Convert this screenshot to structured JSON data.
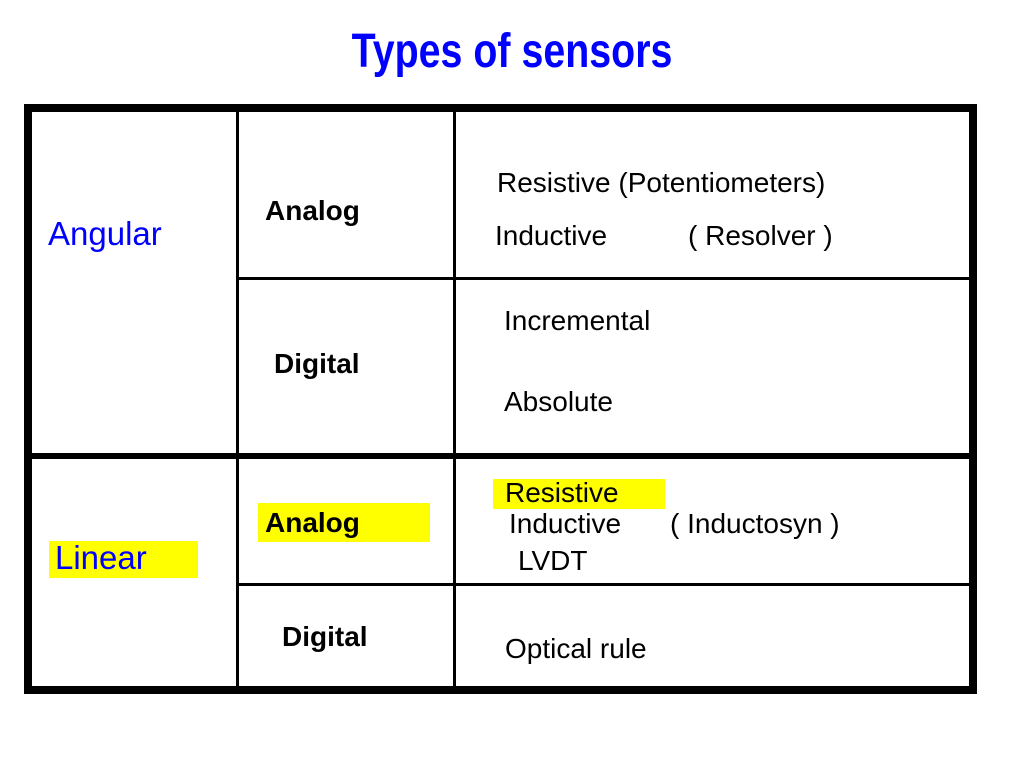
{
  "slide": {
    "title": "Types of sensors",
    "highlight_color": "#ffff00",
    "category_color": "#0000ff",
    "angular": {
      "label": "Angular",
      "analog": {
        "label": "Analog",
        "items": [
          "Resistive (Potentiometers)",
          "Inductive",
          "( Resolver )"
        ]
      },
      "digital": {
        "label": "Digital",
        "items": [
          "Incremental",
          "Absolute"
        ]
      }
    },
    "linear": {
      "label": "Linear",
      "analog": {
        "label": "Analog",
        "items": [
          "Resistive",
          "Inductive",
          "( Inductosyn )",
          "LVDT"
        ]
      },
      "digital": {
        "label": "Digital",
        "items": [
          "Optical rule"
        ]
      }
    }
  }
}
